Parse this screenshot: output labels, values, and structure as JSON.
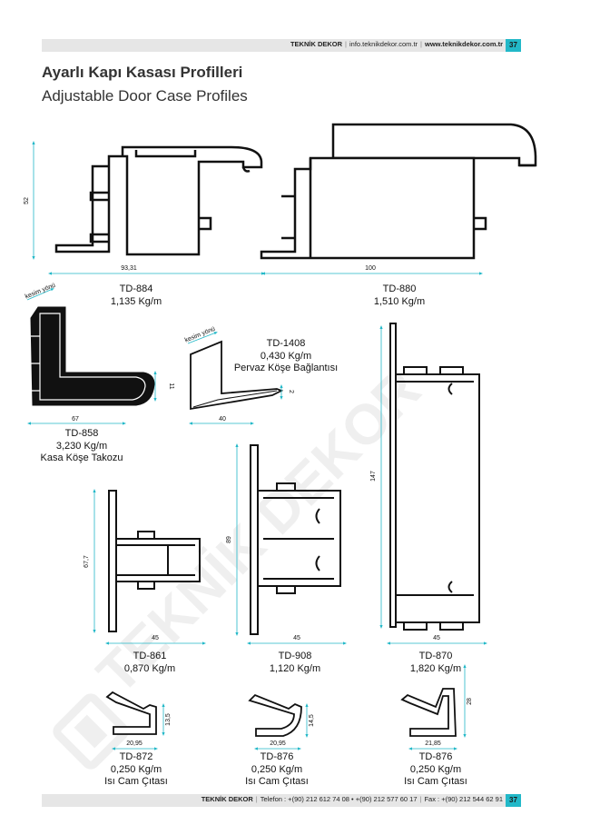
{
  "header": {
    "brand": "TEKNİK DEKOR",
    "email": "info.teknikdekor.com.tr",
    "website": "www.teknikdekor.com.tr",
    "page_number": "37"
  },
  "footer": {
    "brand": "TEKNİK DEKOR",
    "phone": "Telefon : +(90) 212 612 74 08 • +(90) 212 577 60 17",
    "fax": "Fax : +(90) 212 544 62 91",
    "page_number": "37"
  },
  "title": {
    "turkish": "Ayarlı Kapı Kasası Profilleri",
    "english": "Adjustable Door Case Profiles"
  },
  "watermark": "TEKNİK DEKOR",
  "cut_direction_label": "kesim yönü",
  "profiles": {
    "td884": {
      "code": "TD-884",
      "weight": "1,135 Kg/m",
      "dims": [
        "52",
        "93,31"
      ]
    },
    "td880": {
      "code": "TD-880",
      "weight": "1,510 Kg/m",
      "dims": [
        "100"
      ]
    },
    "td858": {
      "code": "TD-858",
      "weight": "3,230 Kg/m",
      "name": "Kasa Köşe Takozu",
      "dims": [
        "11",
        "67"
      ]
    },
    "td1408": {
      "code": "TD-1408",
      "weight": "0,430 Kg/m",
      "name": "Pervaz Köşe Bağlantısı",
      "dims": [
        "2",
        "40"
      ]
    },
    "td861": {
      "code": "TD-861",
      "weight": "0,870 Kg/m",
      "dims": [
        "67,7",
        "45"
      ]
    },
    "td908": {
      "code": "TD-908",
      "weight": "1,120 Kg/m",
      "dims": [
        "89",
        "45"
      ]
    },
    "td870": {
      "code": "TD-870",
      "weight": "1,820 Kg/m",
      "dims": [
        "147",
        "45"
      ]
    },
    "td872": {
      "code": "TD-872",
      "weight": "0,250 Kg/m",
      "name": "Isı Cam Çıtası",
      "dims": [
        "13,5",
        "20,95"
      ]
    },
    "td876a": {
      "code": "TD-876",
      "weight": "0,250 Kg/m",
      "name": "Isı Cam Çıtası",
      "dims": [
        "14,5",
        "20,95"
      ]
    },
    "td876b": {
      "code": "TD-876",
      "weight": "0,250 Kg/m",
      "name": "Isı Cam Çıtası",
      "dims": [
        "28",
        "21,85"
      ]
    }
  },
  "colors": {
    "accent": "#22b8c8",
    "profile_fill": "#111111",
    "bar": "#e6e6e6"
  }
}
